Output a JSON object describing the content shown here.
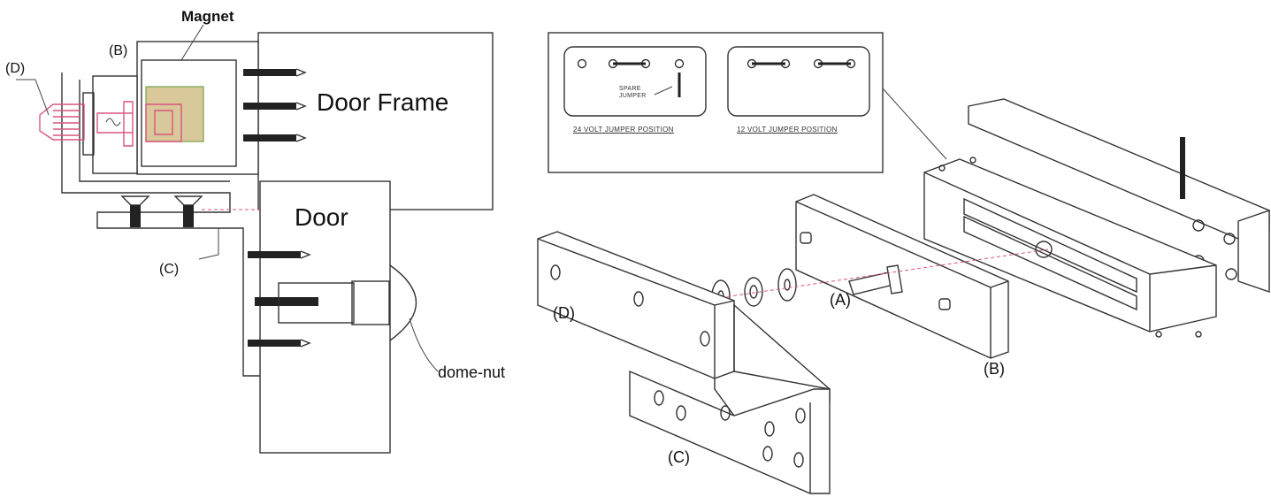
{
  "side_view": {
    "labels": {
      "magnet": "Magnet",
      "b": "(B)",
      "d": "(D)",
      "door_frame": "Door Frame",
      "door": "Door",
      "c": "(C)",
      "dome_nut": "dome-nut"
    }
  },
  "exploded_view": {
    "labels": {
      "a": "(A)",
      "b": "(B)",
      "c": "(C)",
      "d": "(D)"
    },
    "jumper_inset": {
      "spare_jumper": "SPARE JUMPER",
      "caption_24v": "24 VOLT JUMPER POSITION",
      "caption_12v": "12 VOLT JUMPER POSITION"
    }
  },
  "colors": {
    "line": "#333333",
    "accent_pink": "#d9557d",
    "magnet_fill": "#d8c89a"
  }
}
